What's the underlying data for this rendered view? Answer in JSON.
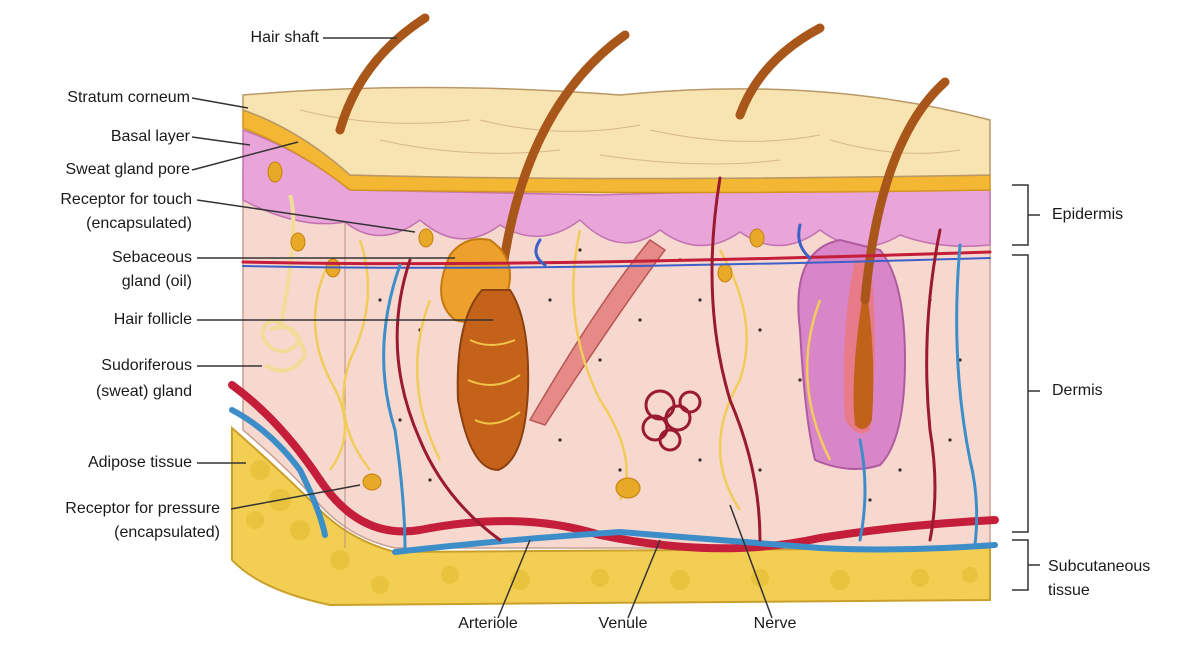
{
  "left_labels": {
    "hair_shaft": "Hair shaft",
    "stratum_corneum": "Stratum corneum",
    "basal_layer": "Basal layer",
    "sweat_gland_pore": "Sweat gland pore",
    "receptor_touch_1": "Receptor for touch",
    "receptor_touch_2": "(encapsulated)",
    "sebaceous_1": "Sebaceous",
    "sebaceous_2": "gland (oil)",
    "hair_follicle": "Hair follicle",
    "sudoriferous_1": "Sudoriferous",
    "sudoriferous_2": "(sweat) gland",
    "adipose_tissue": "Adipose tissue",
    "receptor_pressure_1": "Receptor for pressure",
    "receptor_pressure_2": "(encapsulated)"
  },
  "bottom_labels": {
    "arteriole": "Arteriole",
    "venule": "Venule",
    "nerve": "Nerve"
  },
  "right_labels": {
    "epidermis": "Epidermis",
    "dermis": "Dermis",
    "subcutaneous_1": "Subcutaneous",
    "subcutaneous_2": "tissue"
  }
}
